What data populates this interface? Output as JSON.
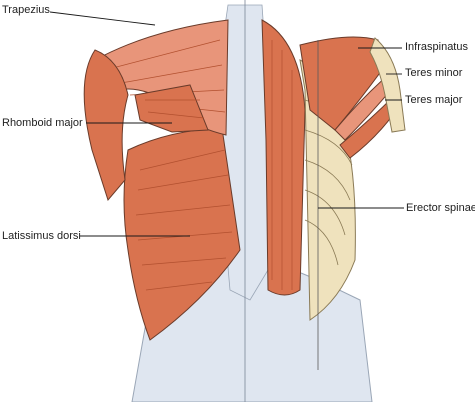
{
  "labels": {
    "trapezius": "Trapezius",
    "rhomboid_major": "Rhomboid major",
    "latissimus_dorsi": "Latissimus dorsi",
    "infraspinatus": "Infraspinatus",
    "teres_minor": "Teres minor",
    "teres_major": "Teres major",
    "erector_spinae": "Erector spinae"
  },
  "colors": {
    "muscle": "#d9734f",
    "muscle_dark": "#b2502f",
    "muscle_light": "#e8957a",
    "fascia": "#dfe6f0",
    "bone": "#efe2bd",
    "outline": "#6a3b2a"
  }
}
